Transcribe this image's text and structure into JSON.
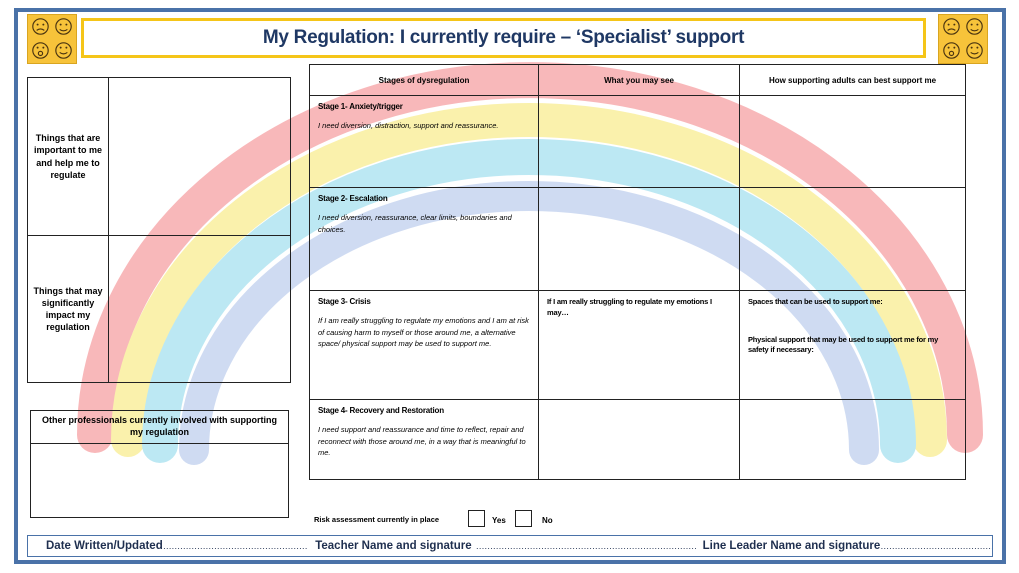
{
  "title": "My Regulation: I currently require – ‘Specialist’ support",
  "icons": {
    "left": "emotion-faces-icon",
    "right": "emotion-faces-icon"
  },
  "colors": {
    "frame": "#4a72a8",
    "title_border": "#f5c518",
    "title_text": "#1f3864",
    "icon_bg": "#f7c33a"
  },
  "left_panel": {
    "important_label": "Things that are important to me and help me to regulate",
    "impact_label": "Things that may significantly impact my regulation"
  },
  "main_table": {
    "headers": [
      "Stages of dysregulation",
      "What you may see",
      "How supporting adults can best support me"
    ],
    "stages": [
      {
        "title": "Stage 1- Anxiety/trigger",
        "desc": "I need diversion, distraction, support and reassurance.",
        "see": "",
        "support": "",
        "support_extra": ""
      },
      {
        "title": "Stage 2- Escalation",
        "desc": "I need diversion, reassurance, clear limits, boundaries and choices.",
        "see": "",
        "support": "",
        "support_extra": ""
      },
      {
        "title": "Stage 3- Crisis",
        "desc": "If I am really struggling to regulate my emotions and I am at risk of causing harm to myself or those around me, a alternative space/ physical support may be used to support me.",
        "see": "If I am really struggling to regulate my emotions I may…",
        "support": "Spaces that can be used to support me:",
        "support_extra": "Physical support that may be used to support me for my safety if necessary:"
      },
      {
        "title": "Stage 4- Recovery and Restoration",
        "desc": "I need support and reassurance and time to reflect, repair and reconnect with those around me, in a way that is meaningful to me.",
        "see": "",
        "support": "",
        "support_extra": ""
      }
    ]
  },
  "professionals_label": "Other professionals currently involved with supporting my regulation",
  "risk": {
    "label": "Risk assessment currently in place",
    "yes": "Yes",
    "no": "No"
  },
  "footer": {
    "date_label": "Date Written/Updated",
    "date_dots": "……………………………………………",
    "teacher_label": "Teacher Name and signature",
    "teacher_dots": "……………………………………………………………………",
    "leader_label": "Line Leader Name and signature",
    "leader_dots": "……………………………………………………………"
  }
}
